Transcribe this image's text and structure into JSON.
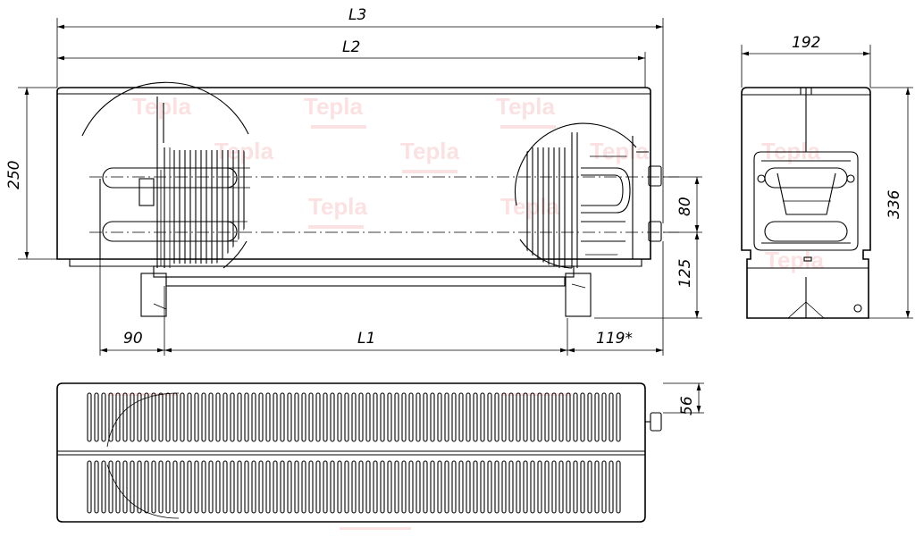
{
  "dimensions": {
    "L3": "L3",
    "L2": "L2",
    "L1": "L1",
    "d192": "192",
    "d250": "250",
    "d336": "336",
    "d80": "80",
    "d125": "125",
    "d90": "90",
    "d119": "119*",
    "d56": "56"
  },
  "watermark": "Tepla",
  "colors": {
    "line": "#000000",
    "watermark": "#e94b4b"
  }
}
